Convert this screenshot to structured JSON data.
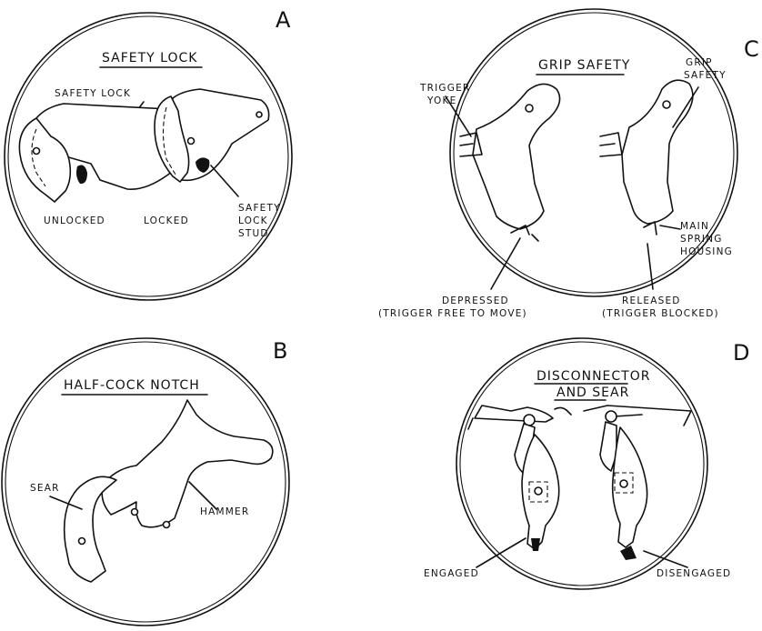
{
  "panel_a": {
    "letter": "A",
    "title": "SAFETY LOCK",
    "part_label": "SAFETY LOCK",
    "state_left": "UNLOCKED",
    "state_right": "LOCKED",
    "stud_label": [
      "SAFETY",
      "LOCK",
      "STUD"
    ]
  },
  "panel_b": {
    "letter": "B",
    "title": "HALF-COCK NOTCH",
    "sear_label": "SEAR",
    "hammer_label": "HAMMER"
  },
  "panel_c": {
    "letter": "C",
    "title": "GRIP SAFETY",
    "trigger_yoke": [
      "TRIGGER",
      "YOKE"
    ],
    "grip_safety": [
      "GRIP",
      "SAFETY"
    ],
    "housing": [
      "MAIN",
      "SPRING",
      "HOUSING"
    ],
    "depressed": [
      "DEPRESSED",
      "(TRIGGER FREE TO MOVE)"
    ],
    "released": [
      "RELEASED",
      "(TRIGGER BLOCKED)"
    ]
  },
  "panel_d": {
    "letter": "D",
    "title": [
      "DISCONNECTOR",
      "AND SEAR"
    ],
    "engaged": "ENGAGED",
    "disengaged": "DISENGAGED"
  }
}
